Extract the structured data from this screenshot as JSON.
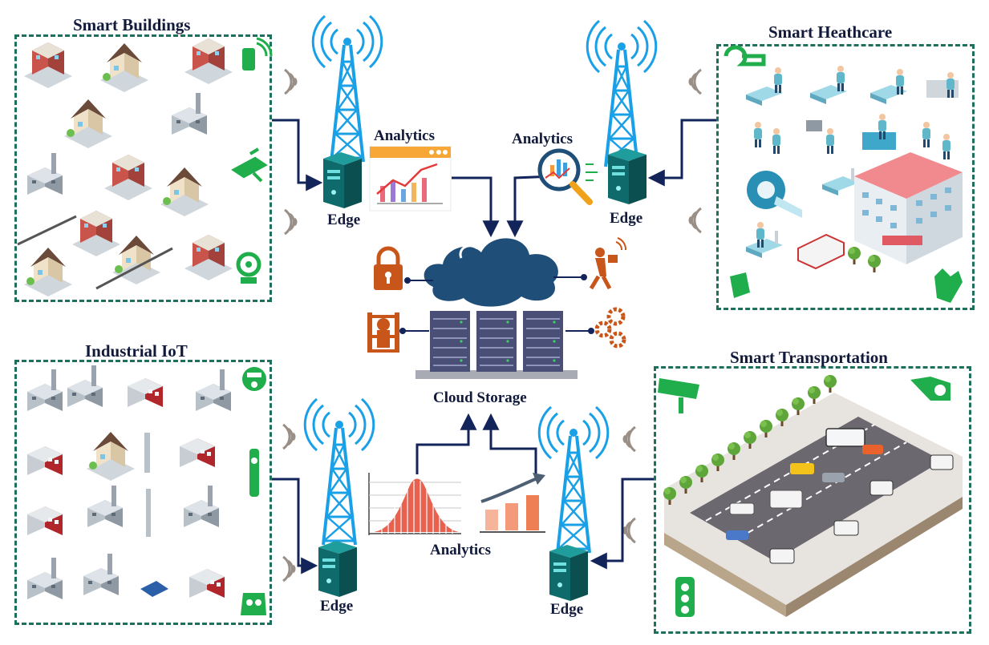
{
  "panels": {
    "smart_buildings": "Smart Buildings",
    "smart_healthcare": "Smart Heathcare",
    "industrial_iot": "Industrial IoT",
    "smart_transportation": "Smart Transportation"
  },
  "labels": {
    "edge": "Edge",
    "analytics": "Analytics",
    "cloud_storage": "Cloud Storage"
  },
  "colors": {
    "panel_border": "#1e6f5c",
    "arrow": "#12245a",
    "tower": "#1aa0e6",
    "server": "#0f6b6b",
    "cloud": "#1f4e79",
    "rack": "#4a4f77",
    "icon_orange": "#c8561a",
    "icon_green": "#1fae4b"
  },
  "icons": [
    "tower-icon",
    "edge-server-icon",
    "cloud-icon",
    "server-rack-icon",
    "lock-icon",
    "gear-icon",
    "worker-icon",
    "robot-arm-icon",
    "magnifier-chart-icon",
    "trend-chart-icon",
    "bell-curve-chart-icon",
    "bar-chart-icon",
    "wifi-signal-icon",
    "camera-icon",
    "traffic-light-icon",
    "glove-icon",
    "drone-icon"
  ]
}
